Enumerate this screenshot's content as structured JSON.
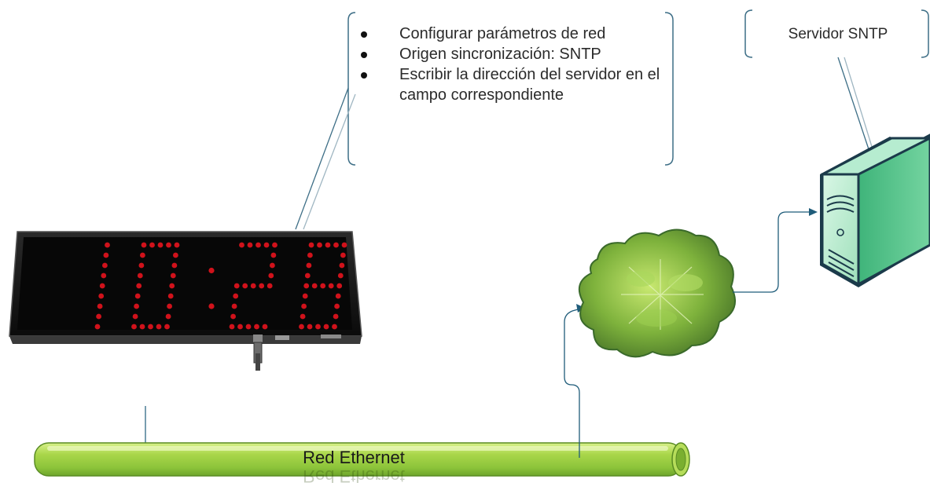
{
  "callout": {
    "items": [
      "Configurar parámetros de red",
      "Origen sincronización: SNTP",
      "Escribir la dirección del servidor en el campo correspondiente"
    ]
  },
  "server": {
    "label": "Servidor SNTP"
  },
  "clock": {
    "display": "10:28",
    "led_color": "#d0121b"
  },
  "network": {
    "label": "Red Ethernet",
    "pipe_color": "#9ccc3c"
  },
  "icons": [
    "led-clock-icon",
    "cloud-icon",
    "server-icon"
  ],
  "colors": {
    "connector": "#1f5c7a",
    "callout_bracket": "#3d6e86"
  }
}
